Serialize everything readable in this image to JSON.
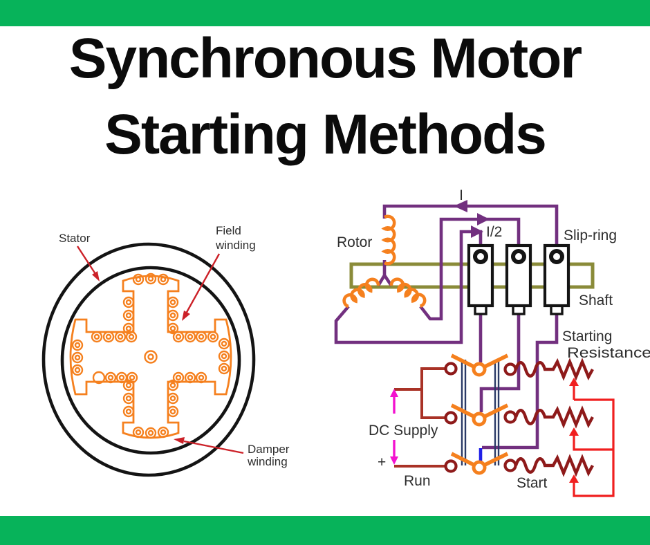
{
  "title": {
    "line1": "Synchronous Motor",
    "line2": "Starting Methods"
  },
  "motor_diagram": {
    "stator_label": "Stator",
    "field_winding_label_line1": "Field",
    "field_winding_label_line2": "winding",
    "damper_winding_label_line1": "Damper",
    "damper_winding_label_line2": "winding"
  },
  "circuit_diagram": {
    "current_label": "I",
    "half_current_label": "I/2",
    "rotor_label": "Rotor",
    "slip_ring_label": "Slip-ring",
    "shaft_label": "Shaft",
    "starting_resistance_label_line1": "Starting",
    "starting_resistance_label_line2": "Resistance",
    "dc_supply_label": "DC Supply",
    "plus_label": "+",
    "run_label": "Run",
    "start_label": "Start"
  },
  "colors": {
    "accent_green": "#07b35a",
    "wire_purple": "#72307f",
    "coil_orange": "#f5801e",
    "shaft_olive": "#8a8b39",
    "contact_dark_red": "#8e1a1a",
    "dc_wire_red": "#a93226",
    "feedback_red": "#f01f1f",
    "dc_arrow_magenta": "#f312cf",
    "link_navy": "#2a3a67",
    "link_blue": "#2020e8",
    "annotation_red": "#cc2128",
    "text_dark": "#2d2d2d",
    "title_black": "#0b0b0b"
  }
}
